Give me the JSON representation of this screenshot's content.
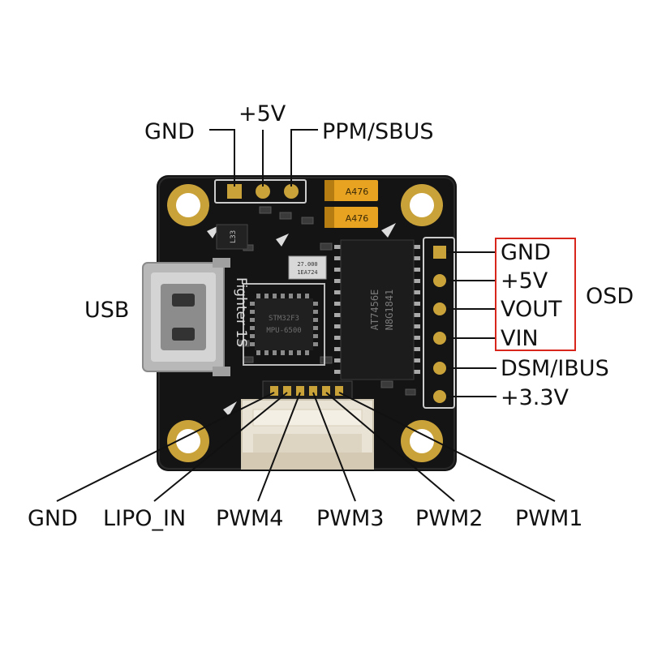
{
  "top_labels": {
    "gnd": "GND",
    "v5": "+5V",
    "ppm_sbus": "PPM/SBUS"
  },
  "left_labels": {
    "usb": "USB"
  },
  "osd_group": {
    "title": "OSD",
    "pins": [
      "GND",
      "+5V",
      "VOUT",
      "VIN"
    ],
    "box_color": "#d9261c"
  },
  "right_labels": {
    "dsm_ibus": "DSM/IBUS",
    "v33": "+3.3V"
  },
  "bottom_labels": [
    "GND",
    "LIPO_IN",
    "PWM4",
    "PWM3",
    "PWM2",
    "PWM1"
  ],
  "chip_markings": {
    "capacitor": "A476",
    "crystal_top": "27.000",
    "crystal_bottom": "1EA724",
    "osd_chip_line1": "AT7456E",
    "osd_chip_line2": "N8G1841",
    "mcu_line1": "STM32F3",
    "mcu_line2": "MPU-6500",
    "regulator": "L33",
    "silkscreen": "Fighter 1S"
  },
  "colors": {
    "board": "#141414",
    "gold": "#c9a23a",
    "tantalum": "#e8a321",
    "usb_metal": "#b8b8b8"
  }
}
